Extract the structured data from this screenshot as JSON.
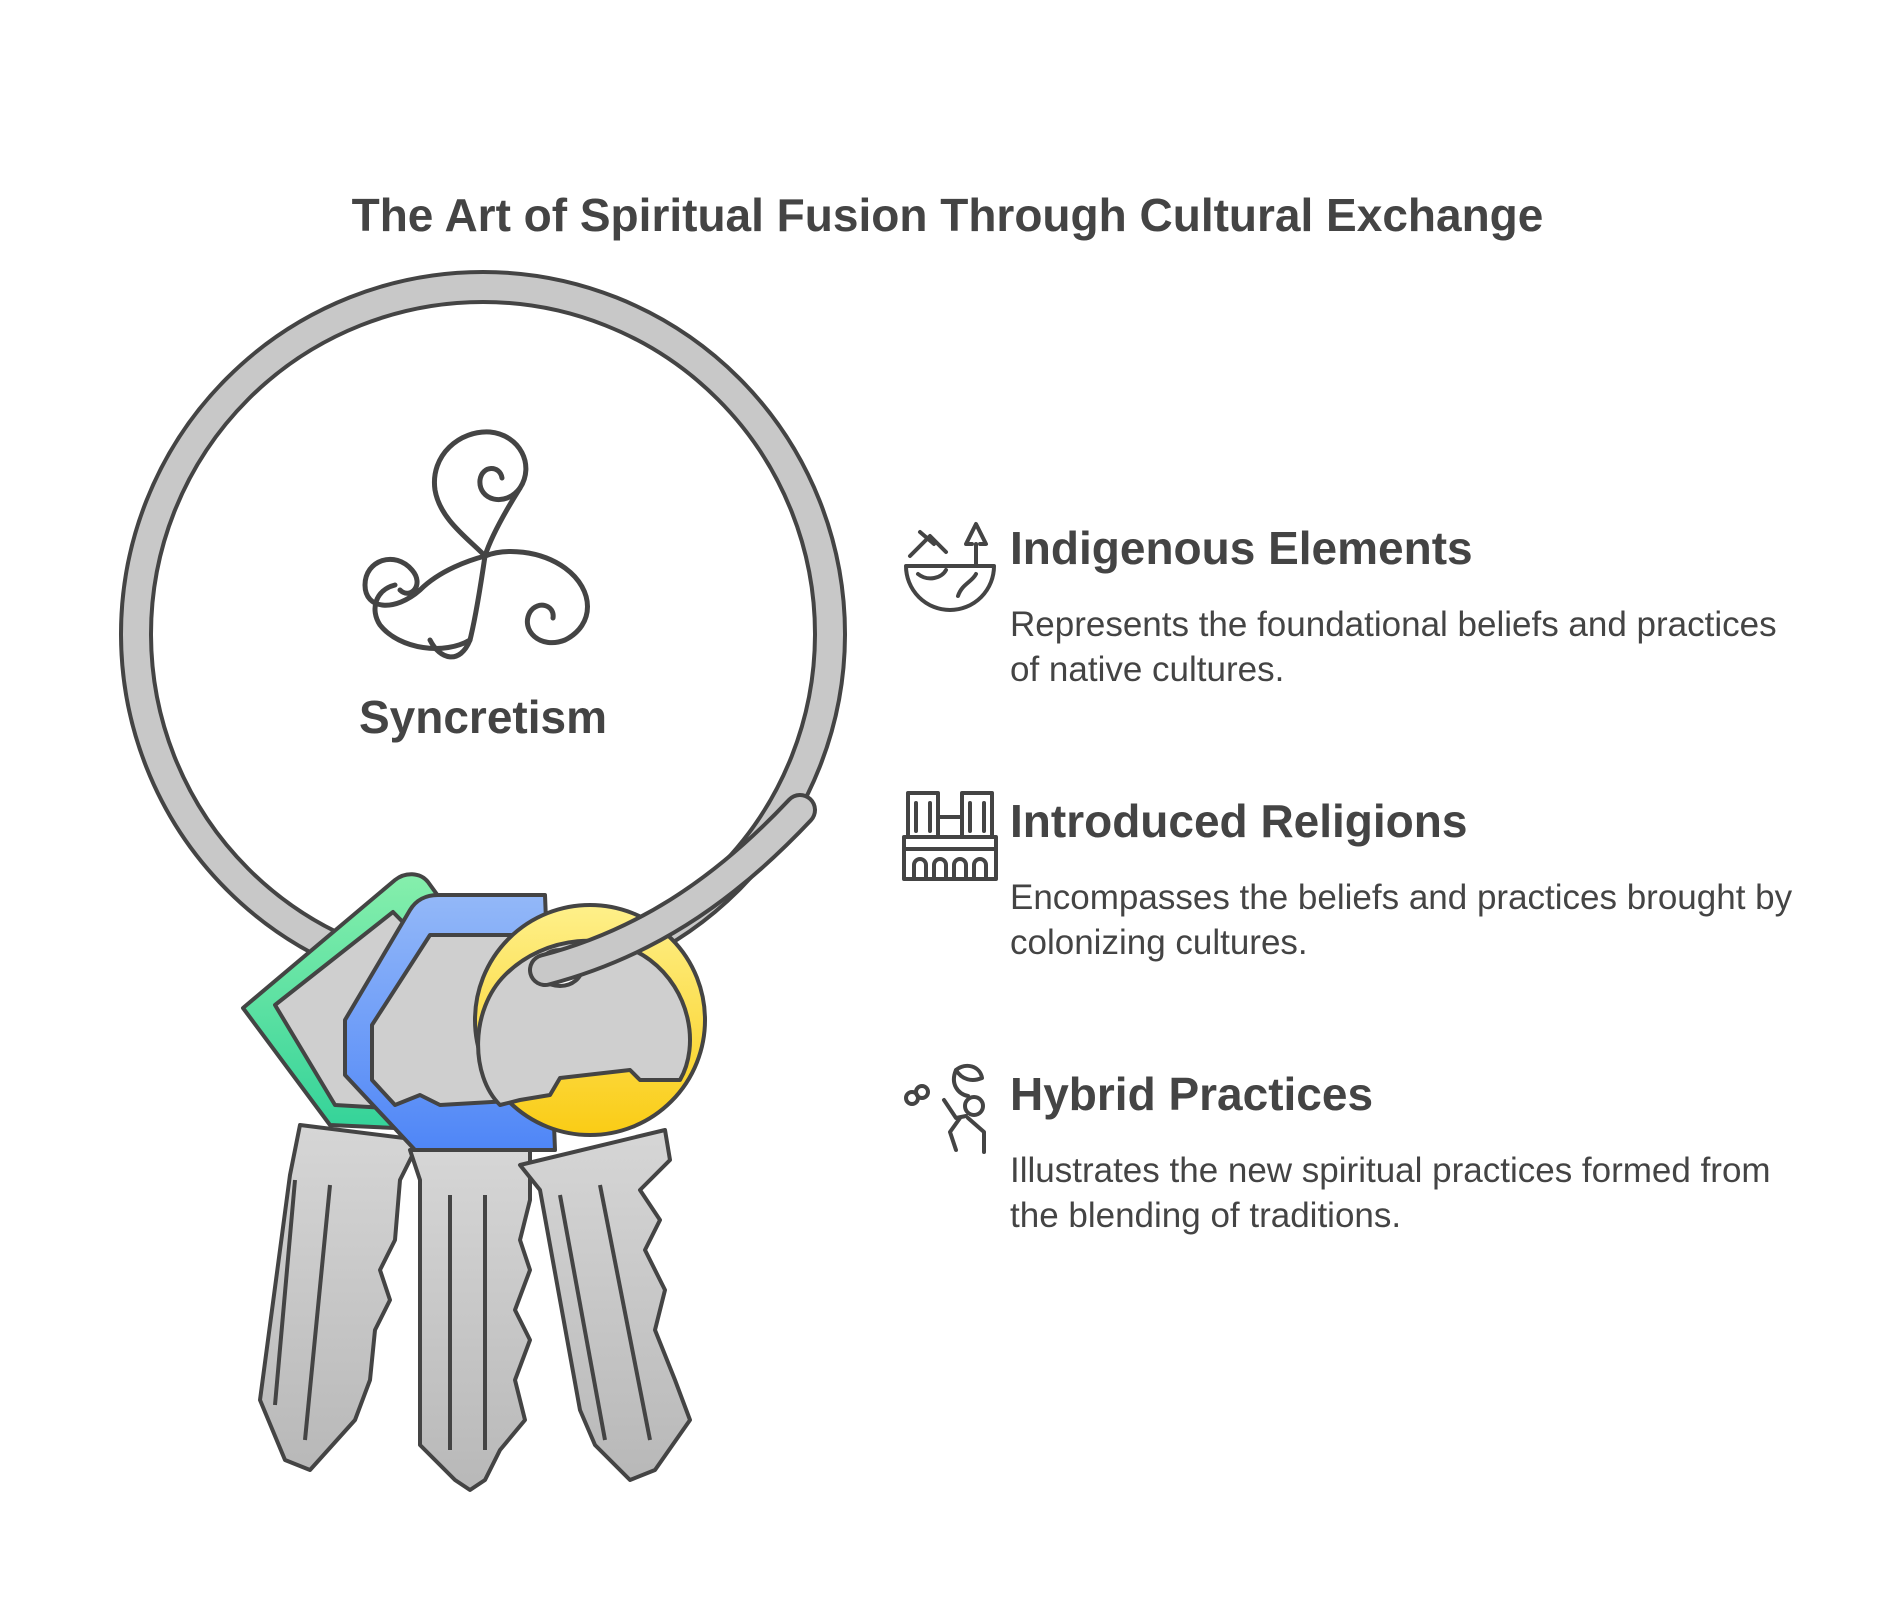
{
  "title": "The Art of Spiritual Fusion Through Cultural Exchange",
  "center": {
    "label": "Syncretism",
    "icon": "triskelion-spiral-icon"
  },
  "keys": [
    {
      "name": "green-key",
      "color": "#4ade80"
    },
    {
      "name": "blue-key",
      "color": "#5b8def"
    },
    {
      "name": "yellow-key",
      "color": "#fde047"
    }
  ],
  "items": [
    {
      "title": "Indigenous Elements",
      "description": "Represents the foundational beliefs and practices of native cultures.",
      "icon": "landscape-earth-icon"
    },
    {
      "title": "Introduced Religions",
      "description": "Encompasses the beliefs and practices brought by colonizing cultures.",
      "icon": "cathedral-icon"
    },
    {
      "title": "Hybrid Practices",
      "description": "Illustrates the new spiritual practices formed from the blending of traditions.",
      "icon": "dancer-ribbon-icon"
    }
  ],
  "colors": {
    "text": "#444444",
    "outline": "#444444",
    "ring": "#c8c8c8",
    "metal": "#c4c4c4",
    "green": "#4ade80",
    "blue": "#5b8def",
    "yellow": "#fde047"
  }
}
